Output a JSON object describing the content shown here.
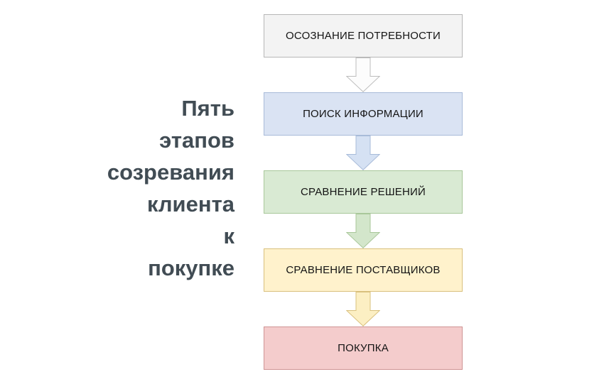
{
  "title": {
    "text": "Пять этапов созревания клиента к покупке",
    "lines": [
      "Пять",
      "этапов",
      "созревания",
      "клиента",
      "к",
      "покупке"
    ],
    "color": "#414c54"
  },
  "stages": [
    {
      "label": "ОСОЗНАНИЕ ПОТРЕБНОСТИ",
      "fill": "#f3f3f3",
      "border": "#b7b7b7",
      "arrow": {
        "fill": "#fcfcfc",
        "stroke": "#bdbdbd"
      }
    },
    {
      "label": "ПОИСК ИНФОРМАЦИИ",
      "fill": "#dae3f3",
      "border": "#a8bbd9",
      "arrow": {
        "fill": "#d5e1f3",
        "stroke": "#a8bbd9"
      }
    },
    {
      "label": "СРАВНЕНИЕ РЕШЕНИЙ",
      "fill": "#d9ead3",
      "border": "#a9c79a",
      "arrow": {
        "fill": "#d3e6cb",
        "stroke": "#a9c79a"
      }
    },
    {
      "label": "СРАВНЕНИЕ ПОСТАВЩИКОВ",
      "fill": "#fff2cc",
      "border": "#d9c07d",
      "arrow": {
        "fill": "#fcefc3",
        "stroke": "#d9c07d"
      }
    },
    {
      "label": "ПОКУПКА",
      "fill": "#f4cccc",
      "border": "#cf9494"
    }
  ],
  "text_color": "#141414"
}
